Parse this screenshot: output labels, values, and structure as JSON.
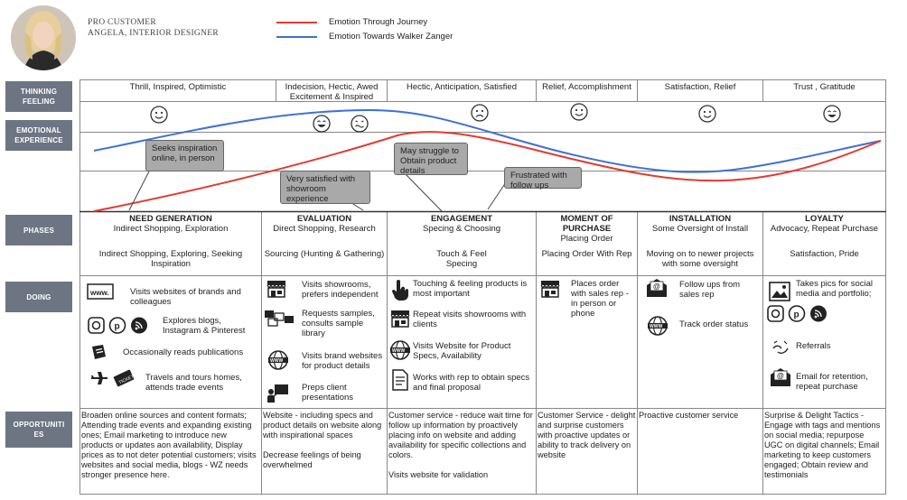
{
  "persona": {
    "type": "PRO CUSTOMER",
    "name": "ANGELA, INTERIOR DESIGNER"
  },
  "legend": {
    "red_label": "Emotion Through Journey",
    "blue_label": "Emotion Towards Walker Zanger",
    "red_color": "#e23b32",
    "blue_color": "#3f6fd8"
  },
  "row_labels": {
    "thinking": "THINKING FEELING",
    "emotional": "EMOTIONAL EXPERIENCE",
    "phases": "PHASES",
    "doing": "DOING",
    "opportunities": "OPPORTUNITI ES"
  },
  "thinking": [
    "Thrill, Inspired, Optimistic",
    "Indecision, Hectic, Awed Excitement  & Inspired",
    "Hectic, Anticipation, Satisfied",
    "Relief, Accomplishment",
    "Satisfaction, Relief",
    "Trust , Gratitude"
  ],
  "emotional_icons": [
    "smile-icon",
    "grin-icon",
    "wavy-face-icon",
    "frown-icon",
    "smile-icon",
    "smile-icon",
    "grin-icon"
  ],
  "callouts": [
    "Seeks inspiration online, in person",
    "Very satisfied with showroom experience",
    "May struggle to Obtain product details",
    "Frustrated with follow ups"
  ],
  "phases": [
    {
      "title": "NEED GENERATION",
      "sub": "Indirect Shopping, Exploration",
      "detail": "Indirect Shopping, Exploring, Seeking Inspiration"
    },
    {
      "title": "EVALUATION",
      "sub": "Direct Shopping, Research",
      "detail": "Sourcing (Hunting & Gathering)"
    },
    {
      "title": "ENGAGEMENT",
      "sub": "Specing & Choosing",
      "detail": "Touch & Feel Specing"
    },
    {
      "title": "MOMENT OF PURCHASE",
      "sub": "Placing Order",
      "detail": "Placing Order With Rep"
    },
    {
      "title": "INSTALLATION",
      "sub": "Some Oversight of Install",
      "detail": "Moving on to newer projects with some oversight"
    },
    {
      "title": "LOYALTY",
      "sub": "Advocacy, Repeat Purchase",
      "detail": "Satisfaction,  Pride"
    }
  ],
  "doing": {
    "col1": [
      {
        "icon": "www-icon",
        "text": "Visits websites of  brands and colleagues"
      },
      {
        "icon": "social-media-icons",
        "text": "Explores blogs, Instagram & Pinterest"
      },
      {
        "icon": "magazine-icon",
        "text": "Occasionally reads publications"
      },
      {
        "icon": "travel-icon",
        "text": "Travels and tours homes, attends trade events"
      }
    ],
    "col2": [
      {
        "icon": "storefront-icon",
        "text": "Visits showrooms, prefers independent"
      },
      {
        "icon": "samples-icon",
        "text": "Requests samples, consults sample library"
      },
      {
        "icon": "web-globe-icon",
        "text": "Visits brand websites for product details"
      },
      {
        "icon": "presentation-icon",
        "text": "Preps client presentations"
      }
    ],
    "col3": [
      {
        "icon": "touch-hand-icon",
        "text": "Touching & feeling products is most important"
      },
      {
        "icon": "storefront-icon",
        "text": "Repeat visits showrooms with clients"
      },
      {
        "icon": "web-globe-icon",
        "text": "Visits Website for Product Specs, Availability"
      },
      {
        "icon": "document-icon",
        "text": "Works with rep to obtain specs and final proposal"
      }
    ],
    "col4": [
      {
        "icon": "storefront-icon",
        "text": "Places order with sales rep - in person or phone"
      }
    ],
    "col5": [
      {
        "icon": "email-icon",
        "text": "Follow ups from sales rep"
      },
      {
        "icon": "web-globe-icon",
        "text": "Track order status"
      }
    ],
    "col6": [
      {
        "icon": "photo-icon",
        "text": "Takes pics for social media and portfolio;"
      },
      {
        "icon": "social-media-icons",
        "text": ""
      },
      {
        "icon": "referral-hands-icon",
        "text": "Referrals"
      },
      {
        "icon": "email-icon",
        "text": "Email for retention, repeat purchase"
      }
    ]
  },
  "opportunities": [
    "Broaden online sources and content formats; Attending trade events and expanding existing ones; Email marketing to introduce new products or updates aon availability, Display prices as to not deter potential customers; visits websites and social media, blogs - WZ needs stronger presence here.",
    "Website - including specs and product details on website along with inspirational spaces\n\nDecrease feelings of being overwhelmed",
    "Customer service - reduce wait time for follow up information by proactively placing info on website and adding availability for specific collections and colors.\n\nVisits website for validation",
    "Customer Service - delight and surprise customers  with proactive updates or ability to track delivery on website",
    "Proactive customer service",
    "Surprise & Delight Tactics - Engage with tags and mentions on social media; repurpose UGC on digital channels; Email marketing to keep customers engaged; Obtain review and testimonials"
  ]
}
